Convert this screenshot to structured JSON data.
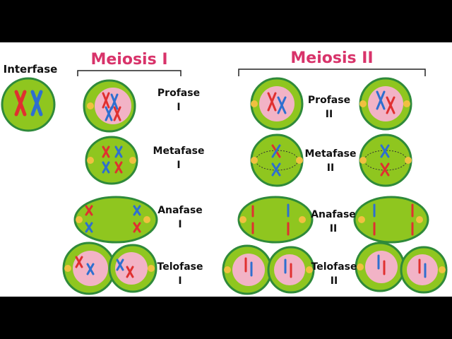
{
  "titles": {
    "interfase": "Interfase",
    "meiosis1": "Meiosis I",
    "meiosis2": "Meiosis II"
  },
  "phases1": [
    {
      "name": "Profase",
      "num": "I"
    },
    {
      "name": "Metafase",
      "num": "I"
    },
    {
      "name": "Anafase",
      "num": "I"
    },
    {
      "name": "Telofase",
      "num": "I"
    }
  ],
  "phases2": [
    {
      "name": "Profase",
      "num": "II"
    },
    {
      "name": "Metafase",
      "num": "II"
    },
    {
      "name": "Anafase",
      "num": "II"
    },
    {
      "name": "Telofase",
      "num": "II"
    }
  ],
  "colors": {
    "title": "#d8336a",
    "cell_fill": "#8fc61f",
    "cell_border": "#2f8a3a",
    "nucleus": "#f2b3c6",
    "red": "#e03030",
    "blue": "#2e6fd0",
    "centrosome": "#f0c040"
  }
}
